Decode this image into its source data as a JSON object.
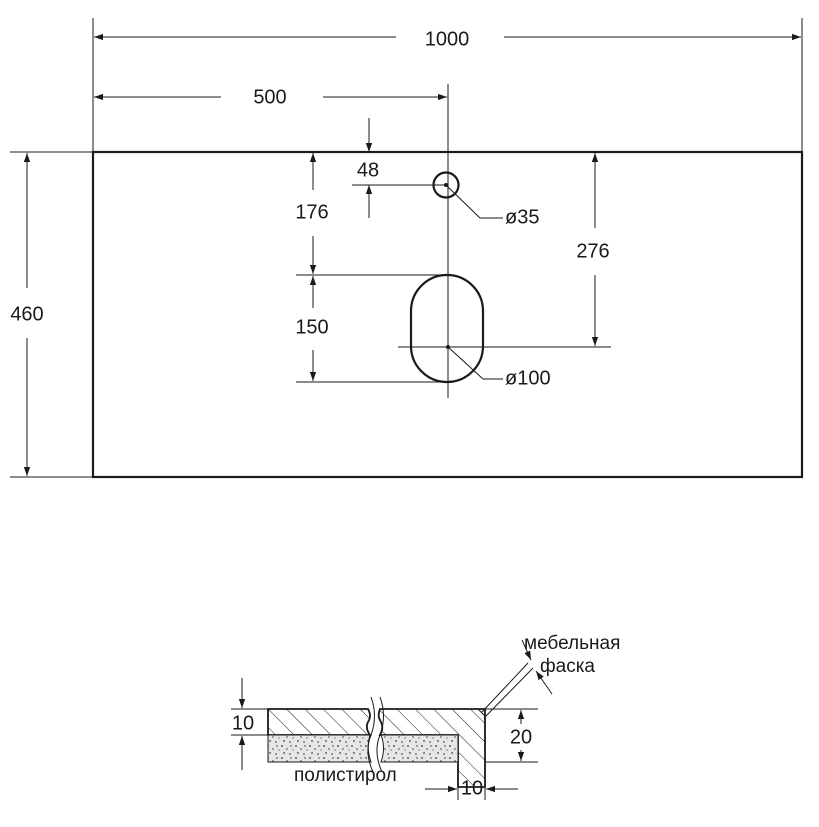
{
  "colors": {
    "line": "#1a1a1a",
    "background": "#ffffff"
  },
  "top_view": {
    "width": "1000",
    "half_width": "500",
    "depth": "460",
    "hole_offset": "48",
    "to_sink_top": "176",
    "sink_length": "150",
    "to_sink_center": "276",
    "hole_diameter": "ø35",
    "sink_diameter": "ø100"
  },
  "section": {
    "top_thickness": "10",
    "edge_height": "20",
    "edge_width": "10",
    "chamfer_label_line1": "мебельная",
    "chamfer_label_line2": "фаска",
    "core_label": "полистирол"
  }
}
